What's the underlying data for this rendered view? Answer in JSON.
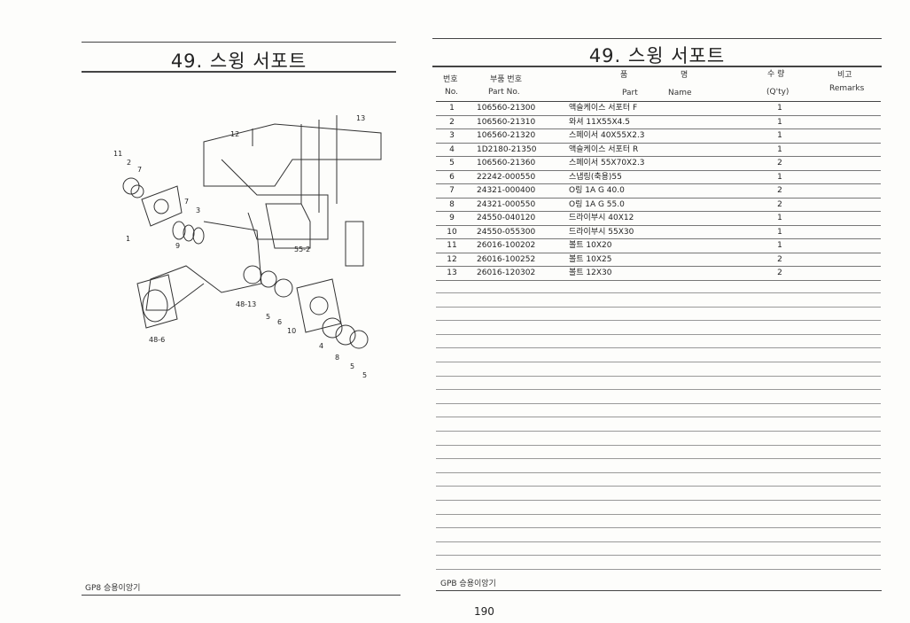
{
  "left_page": {
    "title": "49. 스윙 서포트",
    "footer": "GP8 승용이앙기",
    "diagram_callouts": [
      "11",
      "2",
      "7",
      "7",
      "3",
      "1",
      "9",
      "12",
      "13",
      "55-2",
      "48-13",
      "5",
      "6",
      "10",
      "48-6",
      "4",
      "8",
      "5",
      "5"
    ]
  },
  "right_page": {
    "title": "49. 스윙 서포트",
    "headers": {
      "no_kr": "번호",
      "no_en": "No.",
      "part_no_kr": "부품 번호",
      "part_no_en": "Part  No.",
      "name_kr_1": "품",
      "name_kr_2": "명",
      "name_en_1": "Part",
      "name_en_2": "Name",
      "qty_kr": "수  량",
      "qty_en": "(Q'ty)",
      "remarks_kr": "비고",
      "remarks_en": "Remarks"
    },
    "rows": [
      {
        "no": "1",
        "part_no": "106560-21300",
        "name": "액슬케이스 서포터 F",
        "qty": "1"
      },
      {
        "no": "2",
        "part_no": "106560-21310",
        "name": "와셔 11X55X4.5",
        "qty": "1"
      },
      {
        "no": "3",
        "part_no": "106560-21320",
        "name": "스페이서 40X55X2.3",
        "qty": "1"
      },
      {
        "no": "4",
        "part_no": "1D2180-21350",
        "name": "액슬케이스 서포터 R",
        "qty": "1"
      },
      {
        "no": "5",
        "part_no": "106560-21360",
        "name": "스페이서 55X70X2.3",
        "qty": "2"
      },
      {
        "no": "6",
        "part_no": "22242-000550",
        "name": "스냅링(축용)55",
        "qty": "1"
      },
      {
        "no": "7",
        "part_no": "24321-000400",
        "name": "O링 1A G 40.0",
        "qty": "2"
      },
      {
        "no": "8",
        "part_no": "24321-000550",
        "name": "O링 1A G 55.0",
        "qty": "2"
      },
      {
        "no": "9",
        "part_no": "24550-040120",
        "name": "드라이부시 40X12",
        "qty": "1"
      },
      {
        "no": "10",
        "part_no": "24550-055300",
        "name": "드라이부시 55X30",
        "qty": "1"
      },
      {
        "no": "11",
        "part_no": "26016-100202",
        "name": "볼트 10X20",
        "qty": "1"
      },
      {
        "no": "12",
        "part_no": "26016-100252",
        "name": "볼트 10X25",
        "qty": "2"
      },
      {
        "no": "13",
        "part_no": "26016-120302",
        "name": "볼트 12X30",
        "qty": "2"
      }
    ],
    "footer": "GPB 승용이앙기",
    "page_number": "190"
  }
}
